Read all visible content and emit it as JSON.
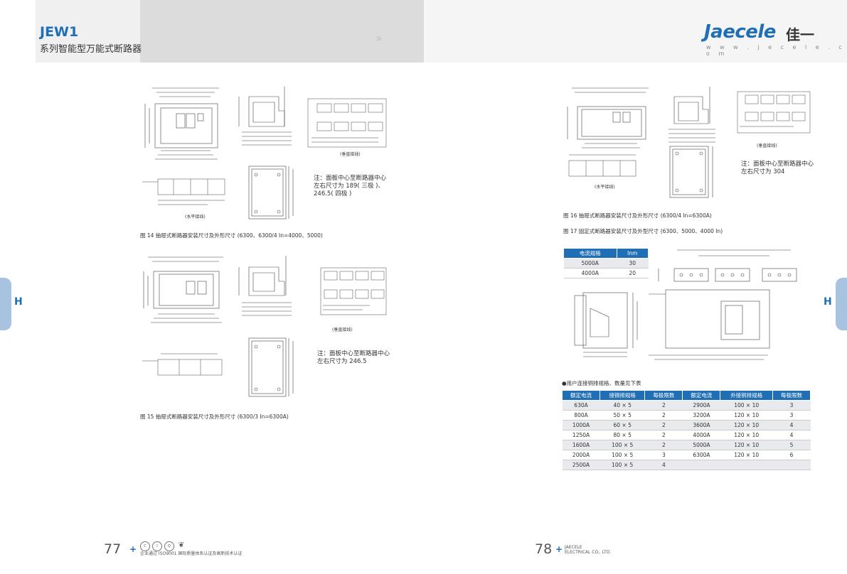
{
  "header": {
    "series": "JEW1",
    "subtitle": "系列智能型万能式断路器",
    "logo_text": "Jaecele",
    "logo_cn": "佳一",
    "website": "w w w . j e c e l e . c o m"
  },
  "side_tab": "H",
  "left_page": {
    "fig14_caption": "图 14  抽屉式断路器安装尺寸及外形尺寸 (6300、6300/4 In=4000、5000)",
    "fig14_note": "注：面板中心至断路器中心左右尺寸为 189( 三极 )、246.5( 四极 )",
    "fig14_label_vertical": "(垂直接线)",
    "fig14_label_horizontal": "(水平接线)",
    "fig15_caption": "图 15  抽屉式断路器安装尺寸及外形尺寸 (6300/3 In=6300A)",
    "fig15_note": "注：面板中心至断路器中心左右尺寸为 246.5",
    "fig15_label_vertical": "(垂直接线)"
  },
  "right_page": {
    "fig16_caption": "图 16  抽屉式断路器安装尺寸及外形尺寸 (6300/4 In=6300A)",
    "fig16_note": "注：面板中心至断路器中心左右尺寸为 304",
    "fig16_label_vertical": "(垂直接线)",
    "fig16_label_horizontal": "(水平接线)",
    "fig17_caption": "图 17  固定式断路器安装尺寸及外型尺寸 (6300、5000、4000 In)",
    "small_table": {
      "headers": [
        "电流规格",
        "Inm"
      ],
      "rows": [
        [
          "5000A",
          "30"
        ],
        [
          "4000A",
          "20"
        ]
      ]
    },
    "busbar_title": "●用户连接铜排规格、数量见下表",
    "busbar_table": {
      "headers": [
        "额定电流",
        "接铜排规格",
        "每极限数",
        "额定电流",
        "外接铜排规格",
        "每极限数"
      ],
      "rows": [
        [
          "630A",
          "40 × 5",
          "2",
          "2900A",
          "100 × 10",
          "3"
        ],
        [
          "800A",
          "50 × 5",
          "2",
          "3200A",
          "120 × 10",
          "3"
        ],
        [
          "1000A",
          "60 × 5",
          "2",
          "3600A",
          "120 × 10",
          "4"
        ],
        [
          "1250A",
          "80 × 5",
          "2",
          "4000A",
          "120 × 10",
          "4"
        ],
        [
          "1600A",
          "100 × 5",
          "2",
          "5000A",
          "120 × 10",
          "5"
        ],
        [
          "2000A",
          "100 × 5",
          "3",
          "6300A",
          "120 × 10",
          "6"
        ],
        [
          "2500A",
          "100 × 5",
          "4",
          "",
          "",
          ""
        ]
      ]
    }
  },
  "footer": {
    "left_page_number": "77",
    "left_cert_text": "企业通过 ISO9001 国际质量体系认证及高新技术认证",
    "right_page_number": "78",
    "company_line1": "JAECELE",
    "company_line2": "ELECTRICAL CO., LTD."
  }
}
